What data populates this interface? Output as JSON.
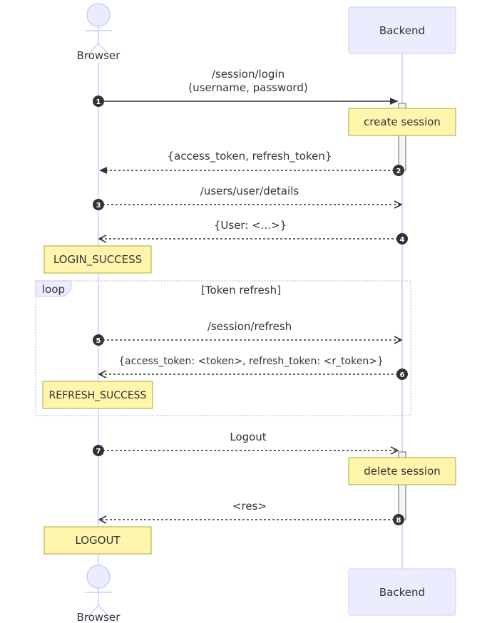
{
  "participants": {
    "browser": {
      "label": "Browser",
      "kind": "actor"
    },
    "backend": {
      "label": "Backend",
      "kind": "participant"
    }
  },
  "messages": [
    {
      "number": "1",
      "lines": [
        "/session/login",
        "(username, password)"
      ],
      "style": "solid"
    },
    {
      "number": "2",
      "lines": [
        "{access_token, refresh_token}"
      ],
      "style": "dotted"
    },
    {
      "number": "3",
      "lines": [
        "/users/user/details"
      ],
      "style": "dotted"
    },
    {
      "number": "4",
      "lines": [
        "{User: <...>}"
      ],
      "style": "dotted"
    },
    {
      "number": "5",
      "lines": [
        "/session/refresh"
      ],
      "style": "dotted"
    },
    {
      "number": "6",
      "lines": [
        "{access_token: <token>, refresh_token: <r_token>}"
      ],
      "style": "dotted"
    },
    {
      "number": "7",
      "lines": [
        "Logout"
      ],
      "style": "dotted"
    },
    {
      "number": "8",
      "lines": [
        "<res>"
      ],
      "style": "dotted"
    }
  ],
  "notes": {
    "create_session": "create session",
    "login_success": "LOGIN_SUCCESS",
    "refresh_success": "REFRESH_SUCCESS",
    "delete_session": "delete session",
    "logout": "LOGOUT"
  },
  "loop": {
    "keyword": "loop",
    "condition": "[Token refresh]"
  },
  "colors": {
    "actor_fill": "#ECECFF",
    "actor_stroke": "#CCCCFF",
    "note_fill": "#FFF5AD",
    "note_stroke": "#AAAA33",
    "line": "#333333",
    "lifeline": "#CCCCFF",
    "loop_border": "#D1C8F0"
  }
}
